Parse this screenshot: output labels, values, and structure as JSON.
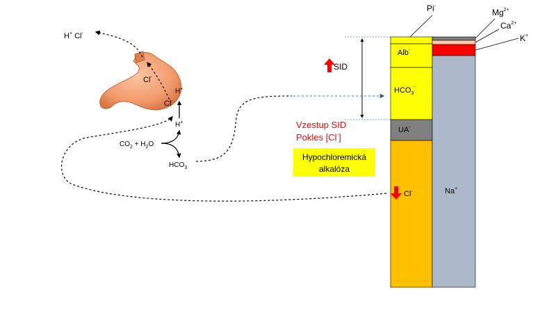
{
  "stomach": {
    "top_label": {
      "h": "H",
      "h_sup": "+",
      "cl": " Cl",
      "cl_sup": "-"
    },
    "inner_cl": "Cl",
    "inner_cl_sup": "-",
    "inner_h": "H",
    "inner_h_sup": "+"
  },
  "reaction": {
    "cl": "Cl",
    "cl_sup": "-",
    "h": "H",
    "h_sup": "+",
    "co2": "CO",
    "co2_sub": "2",
    "plus_h2o": " + H",
    "h2o_sub": "2",
    "h2o_tail": "O",
    "hco3": "HCO",
    "hco3_sub": "3"
  },
  "sid": {
    "label": "SID",
    "increase": "Vzestup SID",
    "decrease_main": "Pokles [Cl",
    "decrease_sup": "-",
    "decrease_tail": "]"
  },
  "diagnosis": {
    "line1": "Hypochloremická",
    "line2": "alkalóza"
  },
  "anions": {
    "pi": "Pi",
    "pi_sup": "-",
    "alb": "Alb",
    "alb_sup": "-",
    "hco3": "HCO",
    "hco3_sub": "3",
    "hco3_sup": "-",
    "ua": "UA",
    "ua_sup": "-",
    "cl": "Cl",
    "cl_sup": "-"
  },
  "cations": {
    "mg": "Mg",
    "mg_sup": "2+",
    "ca": "Ca",
    "ca_sup": "2+",
    "k": "K",
    "k_sup": "+",
    "na": "Na",
    "na_sup": "+"
  },
  "colors": {
    "yellow": "#ffff00",
    "gray": "#808080",
    "orange": "#ffc000",
    "blue_gray": "#adb9ca",
    "red": "#ff0000",
    "peach": "#f8cbad",
    "dark_gray": "#7f7f7f",
    "stomach": "#f4a582"
  }
}
